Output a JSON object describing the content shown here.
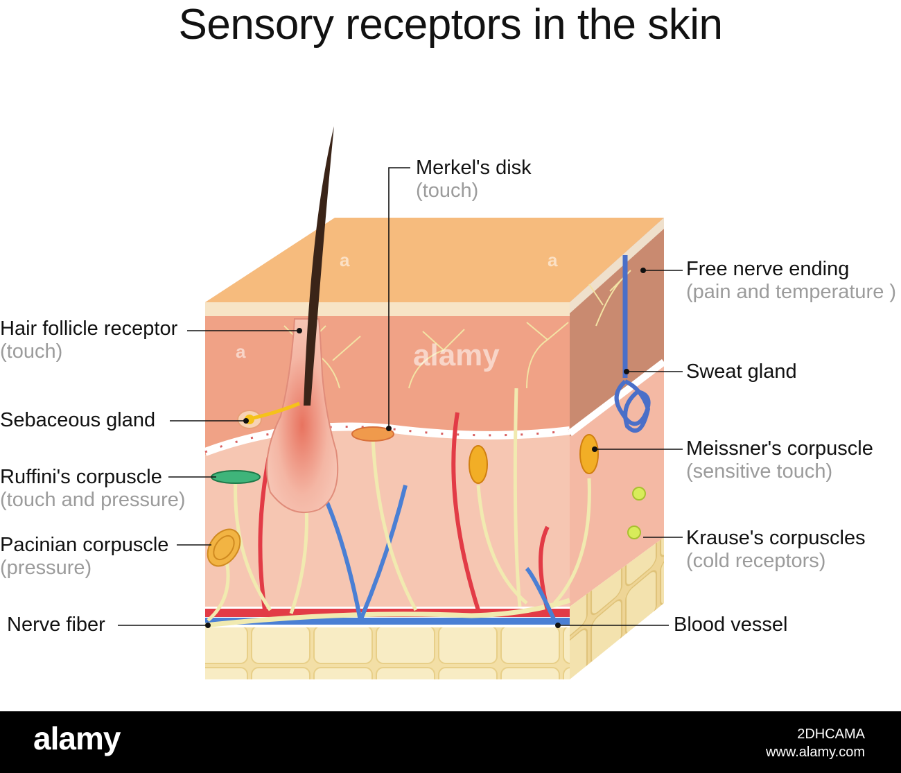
{
  "title": "Sensory receptors in the skin",
  "labels": {
    "hair_follicle": {
      "name": "Hair follicle receptor",
      "sub": "(touch)"
    },
    "sebaceous": {
      "name": "Sebaceous gland"
    },
    "ruffini": {
      "name": "Ruffini's corpuscle",
      "sub": "(touch and pressure)"
    },
    "pacinian": {
      "name": "Pacinian corpuscle",
      "sub": "(pressure)"
    },
    "nerve_fiber": {
      "name": "Nerve fiber"
    },
    "merkel": {
      "name": "Merkel's disk",
      "sub": "(touch)"
    },
    "free_nerve": {
      "name": "Free nerve ending",
      "sub": "(pain and temperature )"
    },
    "sweat": {
      "name": "Sweat gland"
    },
    "meissner": {
      "name": "Meissner's corpuscle",
      "sub": "(sensitive touch)"
    },
    "krause": {
      "name": "Krause's  corpuscles",
      "sub": "(cold receptors)"
    },
    "blood_vessel": {
      "name": "Blood vessel"
    }
  },
  "watermark": {
    "center": "alamy",
    "small": "a"
  },
  "footer": {
    "logo": "alamy",
    "image_id": "2DHCAMA",
    "site": "www.alamy.com"
  },
  "colors": {
    "epidermis_top": "#f5b97a",
    "dermis": "#f2a98f",
    "hypodermis": "#f3e2b2",
    "artery": "#e23b46",
    "vein": "#4a7fd4",
    "nerve": "#f1eab0"
  }
}
